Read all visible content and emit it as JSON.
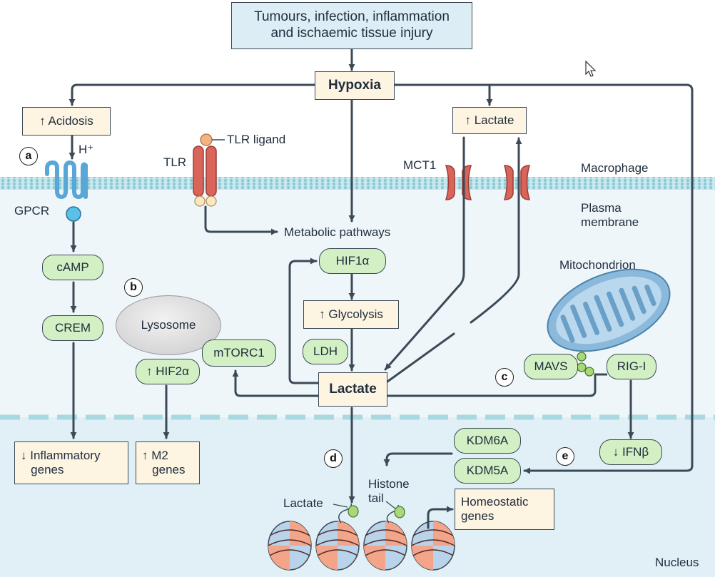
{
  "top_box": "Tumours, infection, inflammation\nand ischaemic tissue injury",
  "hypoxia": "Hypoxia",
  "acidosis": "↑ Acidosis",
  "lactate_up": "↑ Lactate",
  "h_plus": "H⁺",
  "gpcr": "GPCR",
  "tlr": "TLR",
  "tlr_ligand": "TLR ligand",
  "mct1": "MCT1",
  "macrophage": "Macrophage",
  "plasma_membrane": "Plasma\nmembrane",
  "metabolic_pathways": "Metabolic pathways",
  "camp": "cAMP",
  "crem": "CREM",
  "hif1a": "HIF1α",
  "glycolysis": "↑ Glycolysis",
  "ldh": "LDH",
  "lactate_center": "Lactate",
  "lysosome": "Lysosome",
  "mtorc1": "mTORC1",
  "hif2a": "↑ HIF2α",
  "mitochondrion": "Mitochondrion",
  "mavs": "MAVS",
  "rig_i": "RIG-I",
  "ifnb": "↓ IFNβ",
  "inflammatory_genes": "↓ Inflammatory\n   genes",
  "m2_genes": "↑ M2\n   genes",
  "kdm6a": "KDM6A",
  "kdm5a": "KDM5A",
  "histone_tail": "Histone\ntail",
  "lactate_label": "Lactate",
  "homeostatic_genes": "Homeostatic\ngenes",
  "nucleus": "Nucleus",
  "panel_labels": {
    "a": "a",
    "b": "b",
    "c": "c",
    "d": "d",
    "e": "e"
  },
  "colors": {
    "arrow": "#3b4a56",
    "cream": "#fdf4e1",
    "green": "#d2f0c3",
    "sky": "#dcedf5",
    "membrane": "#a9d9e0",
    "cytoplasm": "#eef6fa",
    "nucleus": "#e1eff6",
    "receptor": "#d9645a",
    "gpcr": "#5aa6d6",
    "mitochondrion": "#8ab9dc"
  }
}
